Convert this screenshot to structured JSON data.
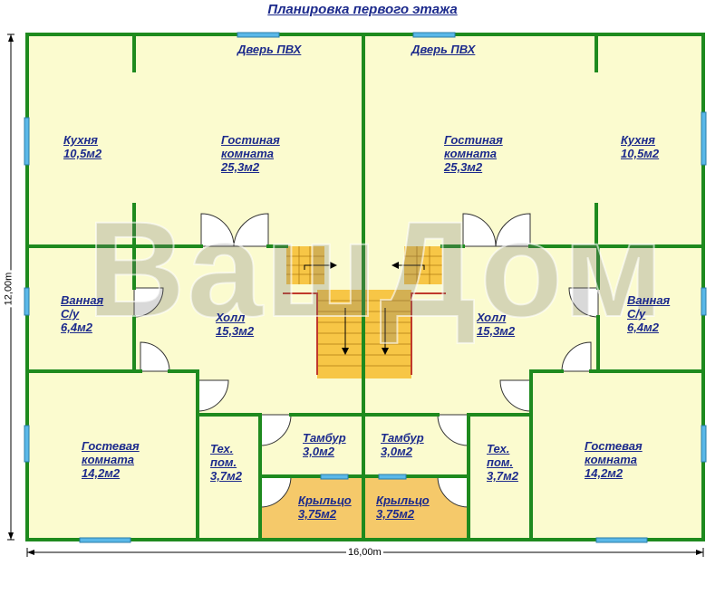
{
  "title": "Планировка первого этажа",
  "watermark": "ВашДом",
  "dimensions": {
    "width": "16,00m",
    "height": "12,00m"
  },
  "colors": {
    "wall": "#1e8a1e",
    "floor": "#fbfbcf",
    "stairs": "#f7c646",
    "porch": "#f5c96a",
    "window": "#5ab8e8",
    "stair_line": "#c0392b"
  },
  "rooms": {
    "door_left": "Дверь ПВХ",
    "door_right": "Дверь ПВХ",
    "kitchen_left": {
      "name": "Кухня",
      "area": "10,5м2"
    },
    "living_left": {
      "name": "Гостиная",
      "name2": "комната",
      "area": "25,3м2"
    },
    "living_right": {
      "name": "Гостиная",
      "name2": "комната",
      "area": "25,3м2"
    },
    "kitchen_right": {
      "name": "Кухня",
      "area": "10,5м2"
    },
    "bath_left": {
      "name": "Ванная",
      "name2": "С/у",
      "area": "6,4м2"
    },
    "hall_left": {
      "name": "Холл",
      "area": "15,3м2"
    },
    "hall_right": {
      "name": "Холл",
      "area": "15,3м2"
    },
    "bath_right": {
      "name": "Ванная",
      "name2": "С/у",
      "area": "6,4м2"
    },
    "guest_left": {
      "name": "Гостевая",
      "name2": "комната",
      "area": "14,2м2"
    },
    "tech_left": {
      "name": "Тех.",
      "name2": "пом.",
      "area": "3,7м2"
    },
    "vest_left": {
      "name": "Тамбур",
      "area": "3,0м2"
    },
    "vest_right": {
      "name": "Тамбур",
      "area": "3,0м2"
    },
    "tech_right": {
      "name": "Тех.",
      "name2": "пом.",
      "area": "3,7м2"
    },
    "guest_right": {
      "name": "Гостевая",
      "name2": "комната",
      "area": "14,2м2"
    },
    "porch_left": {
      "name": "Крыльцо",
      "area": "3,75м2"
    },
    "porch_right": {
      "name": "Крыльцо",
      "area": "3,75м2"
    }
  }
}
